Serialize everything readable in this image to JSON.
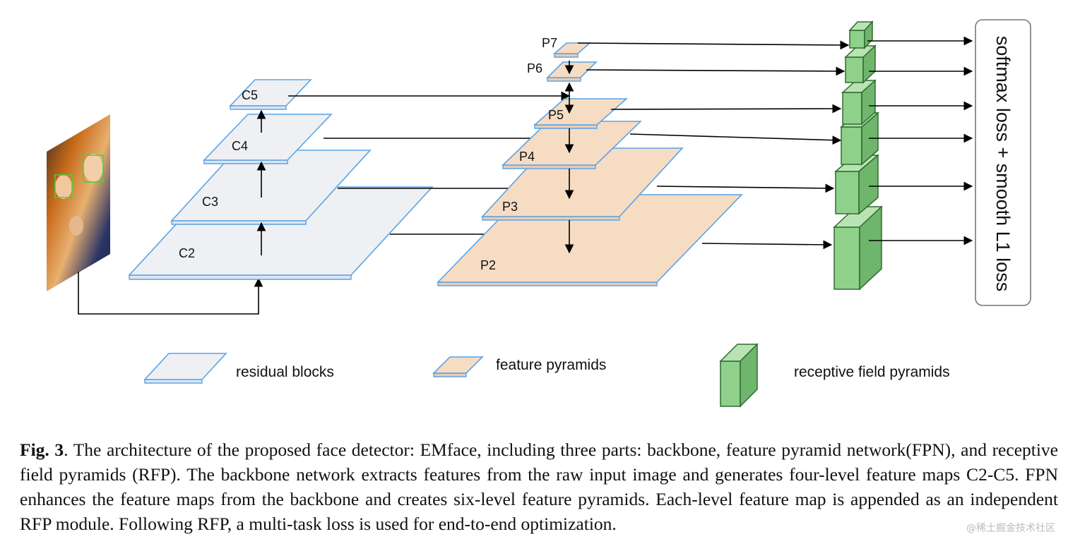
{
  "diagram": {
    "backbone_labels": [
      "C2",
      "C3",
      "C4",
      "C5"
    ],
    "pyramid_labels": [
      "P2",
      "P3",
      "P4",
      "P5",
      "P6",
      "P7"
    ],
    "loss_label": "softmax loss + smooth L1 loss",
    "legend": {
      "residual": "residual blocks",
      "feature": "feature pyramids",
      "receptive": "receptive field pyramids"
    },
    "colors": {
      "block_fill": "#eef0f3",
      "block_edge": "#5aa3e6",
      "pyramid_fill": "#f6dcc3",
      "cube_front": "#8fd08a",
      "cube_top": "#b8e4b3",
      "cube_side": "#6fb56b",
      "cube_edge": "#2f6b30"
    }
  },
  "caption": {
    "fig_label": "Fig. 3",
    "text": ". The architecture of the proposed face detector: EMface, including three parts: backbone, feature pyramid network(FPN), and receptive field pyramids (RFP). The backbone network extracts features from the raw input image and generates four-level feature maps C2-C5.  FPN enhances the feature maps from the backbone and creates six-level feature pyramids.  Each-level feature map is appended as an independent RFP module. Following RFP, a multi-task loss is used for end-to-end optimization."
  },
  "watermark": "@稀土掘金技术社区"
}
